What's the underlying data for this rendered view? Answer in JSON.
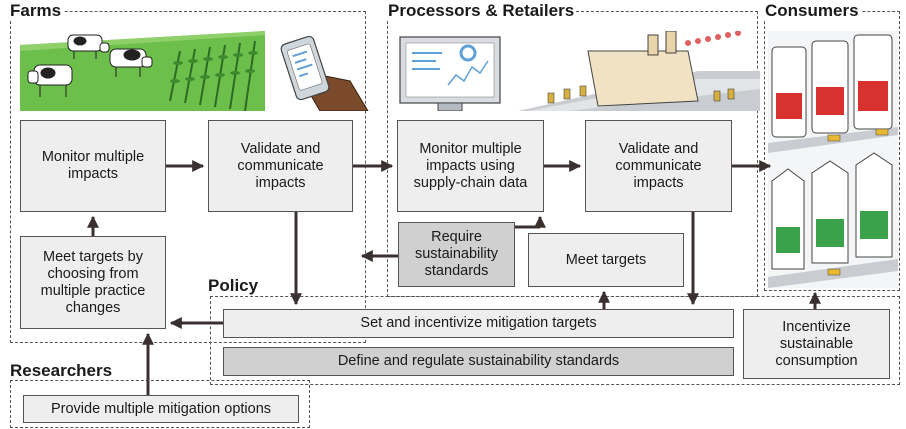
{
  "sections": {
    "farms": "Farms",
    "processors": "Processors & Retailers",
    "consumers": "Consumers",
    "policy": "Policy",
    "researchers": "Researchers"
  },
  "boxes": {
    "farm_monitor": "Monitor multiple impacts",
    "farm_validate": "Validate and communicate impacts",
    "farm_meet_targets": "Meet targets by choosing from multiple practice changes",
    "proc_monitor": "Monitor multiple impacts using supply-chain data",
    "proc_validate": "Validate and communicate impacts",
    "require_standards": "Require sustainability standards",
    "proc_meet_targets": "Meet targets",
    "set_targets": "Set and incentivize mitigation targets",
    "define_standards": "Define and regulate sustainability standards",
    "incentivize_consumption": "Incentivize sustainable consumption",
    "provide_options": "Provide multiple mitigation options"
  },
  "colors": {
    "box_fill": "#eeeeee",
    "box_dark_fill": "#d0d0d0",
    "arrow": "#3a3030",
    "grass": "#6cbf4a",
    "label_green": "#3aa24a",
    "label_red": "#d8322e"
  }
}
